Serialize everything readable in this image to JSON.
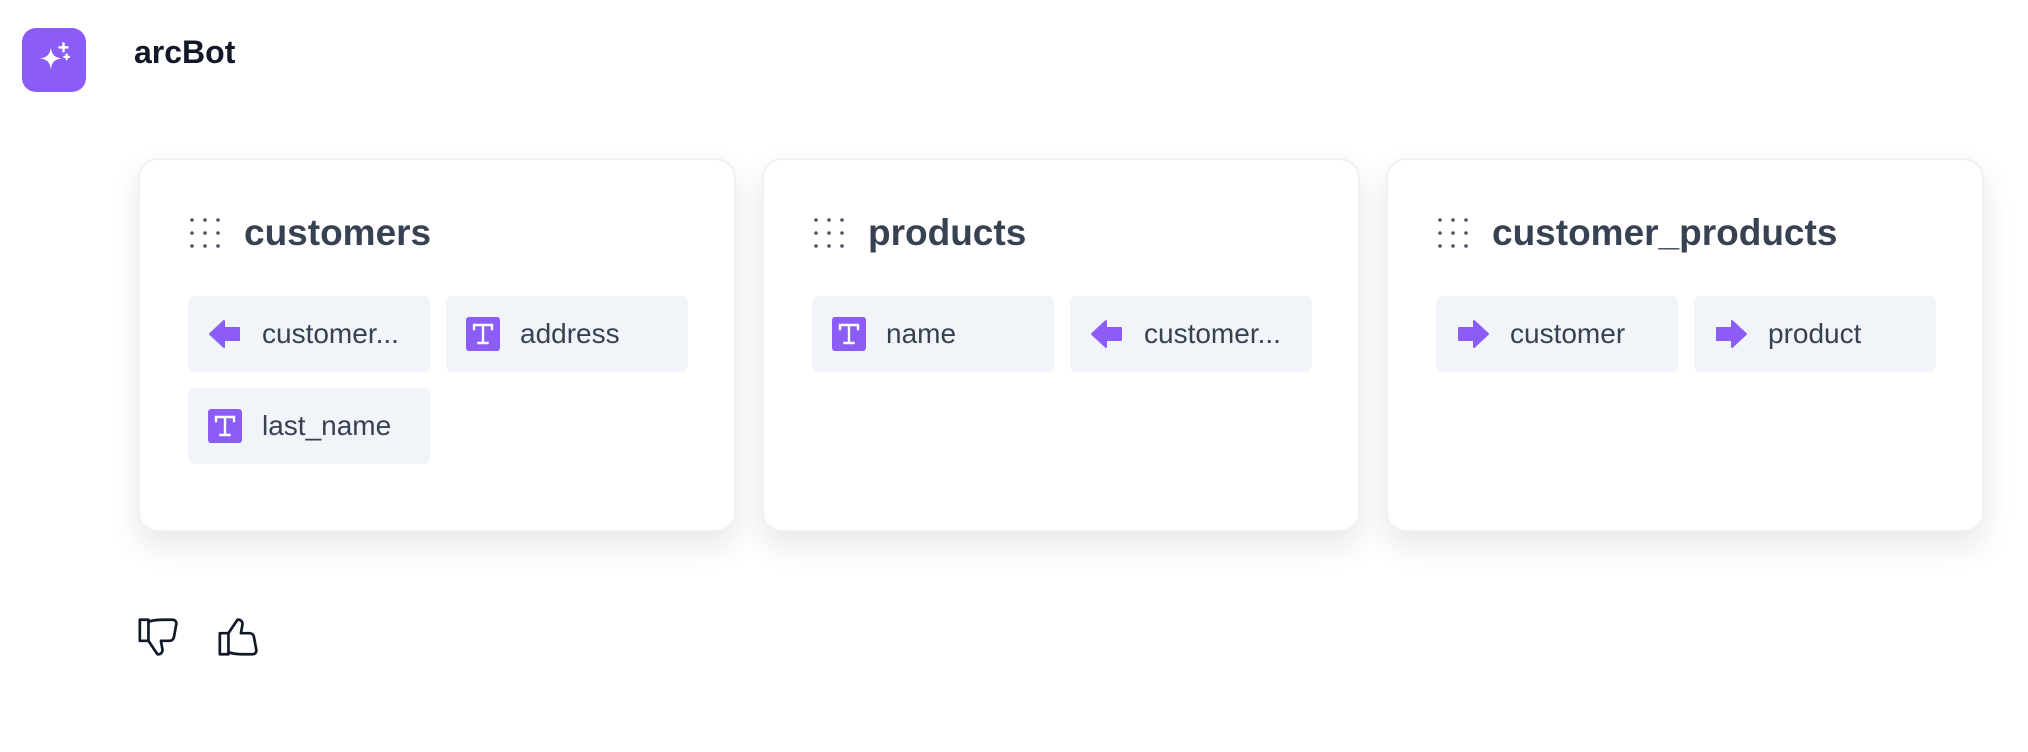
{
  "bot": {
    "name": "arcBot",
    "avatar_icon": "sparkles-icon",
    "accent_color": "#8b5cf6"
  },
  "tables": [
    {
      "name": "customers",
      "fields": [
        {
          "label": "customer...",
          "icon": "arrow-left-icon"
        },
        {
          "label": "address",
          "icon": "text-type-icon"
        },
        {
          "label": "last_name",
          "icon": "text-type-icon"
        }
      ]
    },
    {
      "name": "products",
      "fields": [
        {
          "label": "name",
          "icon": "text-type-icon"
        },
        {
          "label": "customer...",
          "icon": "arrow-left-icon"
        }
      ]
    },
    {
      "name": "customer_products",
      "fields": [
        {
          "label": "customer",
          "icon": "arrow-right-icon"
        },
        {
          "label": "product",
          "icon": "arrow-right-icon"
        }
      ]
    }
  ],
  "feedback": {
    "dislike_icon": "thumbs-down-icon",
    "like_icon": "thumbs-up-icon"
  }
}
